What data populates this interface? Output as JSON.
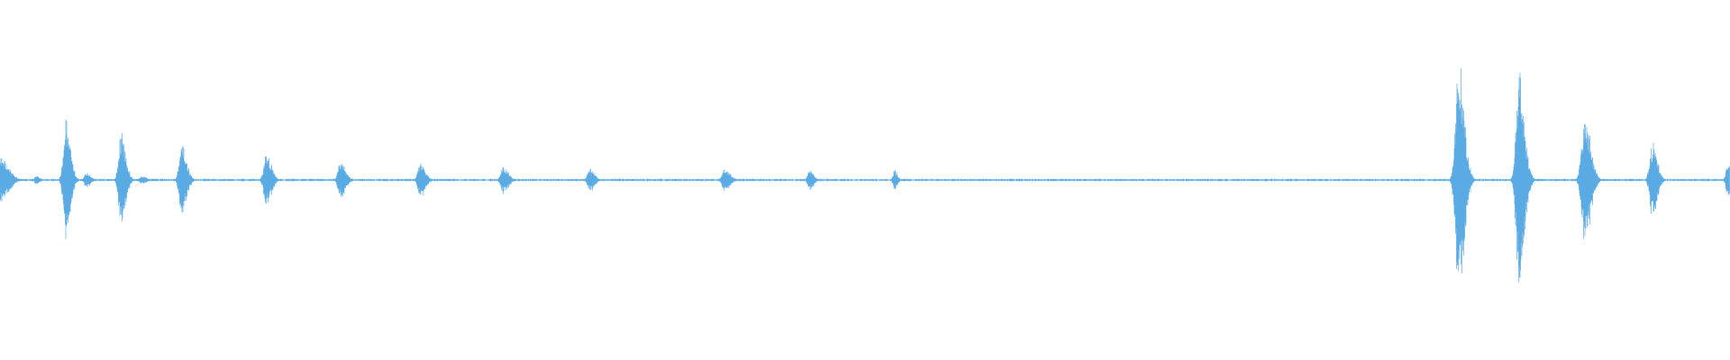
{
  "colors": {
    "background": "#ffffff",
    "waveform": "#5aabe4"
  },
  "chart_data": {
    "type": "area",
    "title": "",
    "xlabel": "",
    "ylabel": "",
    "xlim": [
      0,
      1
    ],
    "ylim": [
      -1,
      1
    ],
    "grid": false,
    "legend": "none",
    "series": [
      {
        "name": "",
        "kind": "audio-waveform-envelope",
        "noise_floor": 0.006,
        "events": [
          {
            "t": 0.0,
            "amp": 0.17,
            "width": 0.0085
          },
          {
            "t": 0.021,
            "amp": 0.03,
            "width": 0.004
          },
          {
            "t": 0.038,
            "amp": 0.42,
            "width": 0.0048
          },
          {
            "t": 0.05,
            "amp": 0.06,
            "width": 0.004
          },
          {
            "t": 0.07,
            "amp": 0.34,
            "width": 0.0048
          },
          {
            "t": 0.082,
            "amp": 0.03,
            "width": 0.005
          },
          {
            "t": 0.105,
            "amp": 0.26,
            "width": 0.005
          },
          {
            "t": 0.154,
            "amp": 0.2,
            "width": 0.005
          },
          {
            "t": 0.197,
            "amp": 0.14,
            "width": 0.005
          },
          {
            "t": 0.243,
            "amp": 0.13,
            "width": 0.005
          },
          {
            "t": 0.291,
            "amp": 0.1,
            "width": 0.005
          },
          {
            "t": 0.341,
            "amp": 0.09,
            "width": 0.0045
          },
          {
            "t": 0.419,
            "amp": 0.08,
            "width": 0.0055
          },
          {
            "t": 0.468,
            "amp": 0.08,
            "width": 0.004
          },
          {
            "t": 0.517,
            "amp": 0.08,
            "width": 0.003
          },
          {
            "t": 0.843,
            "amp": 0.87,
            "width": 0.0058
          },
          {
            "t": 0.878,
            "amp": 0.83,
            "width": 0.0055
          },
          {
            "t": 0.916,
            "amp": 0.47,
            "width": 0.006
          },
          {
            "t": 0.955,
            "amp": 0.28,
            "width": 0.005
          },
          {
            "t": 0.999,
            "amp": 0.14,
            "width": 0.004
          }
        ]
      }
    ]
  }
}
